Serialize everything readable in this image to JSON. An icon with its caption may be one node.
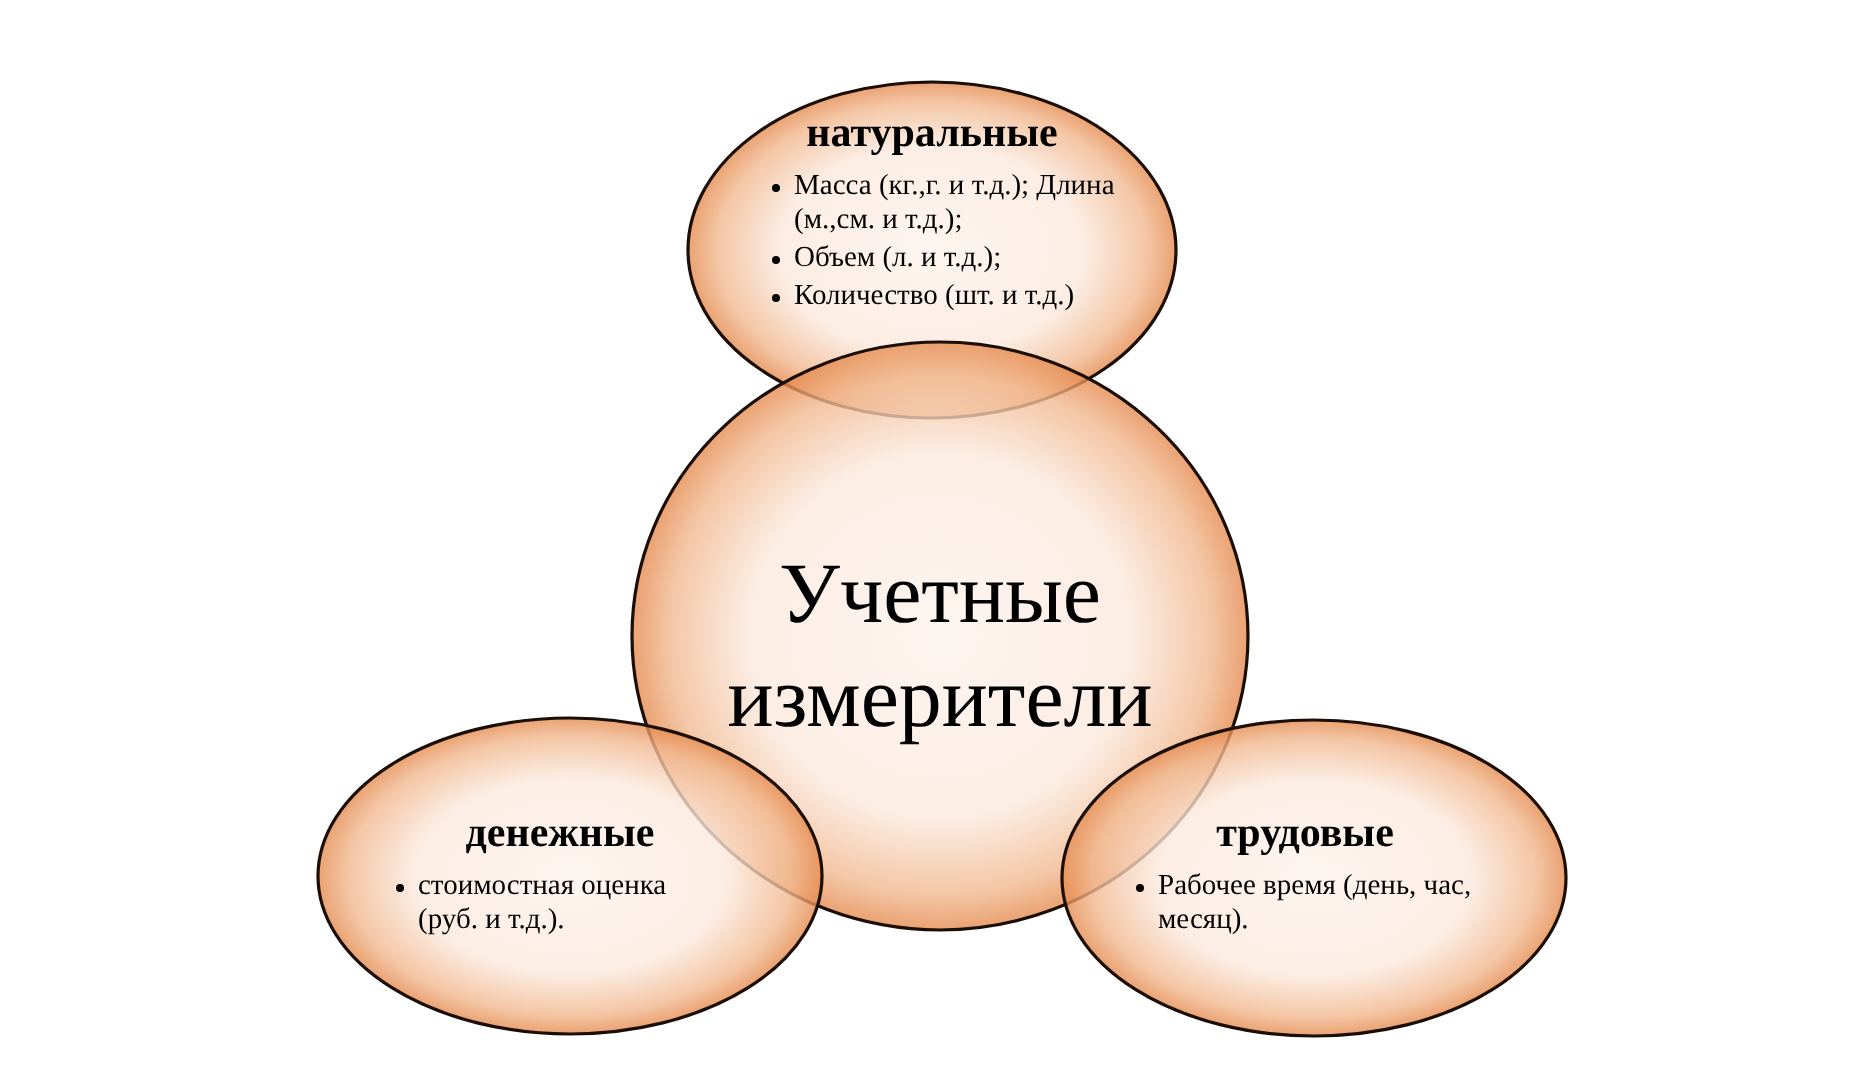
{
  "diagram": {
    "nodes": [
      {
        "text": [
          "натуральные",
          "Масса (кг.,г. и т.д.); Длина (м.,см. и т.д.);",
          "Объем (л. и т.д.);",
          "Количество (шт. и т.д.)"
        ]
      },
      {
        "text": [
          "Учетные измерители"
        ]
      },
      {
        "text": [
          "денежные",
          "стоимостная оценка (руб. и т.д.)."
        ]
      },
      {
        "text": [
          "трудовые",
          "Рабочее время (день, час, месяц)."
        ]
      }
    ]
  }
}
